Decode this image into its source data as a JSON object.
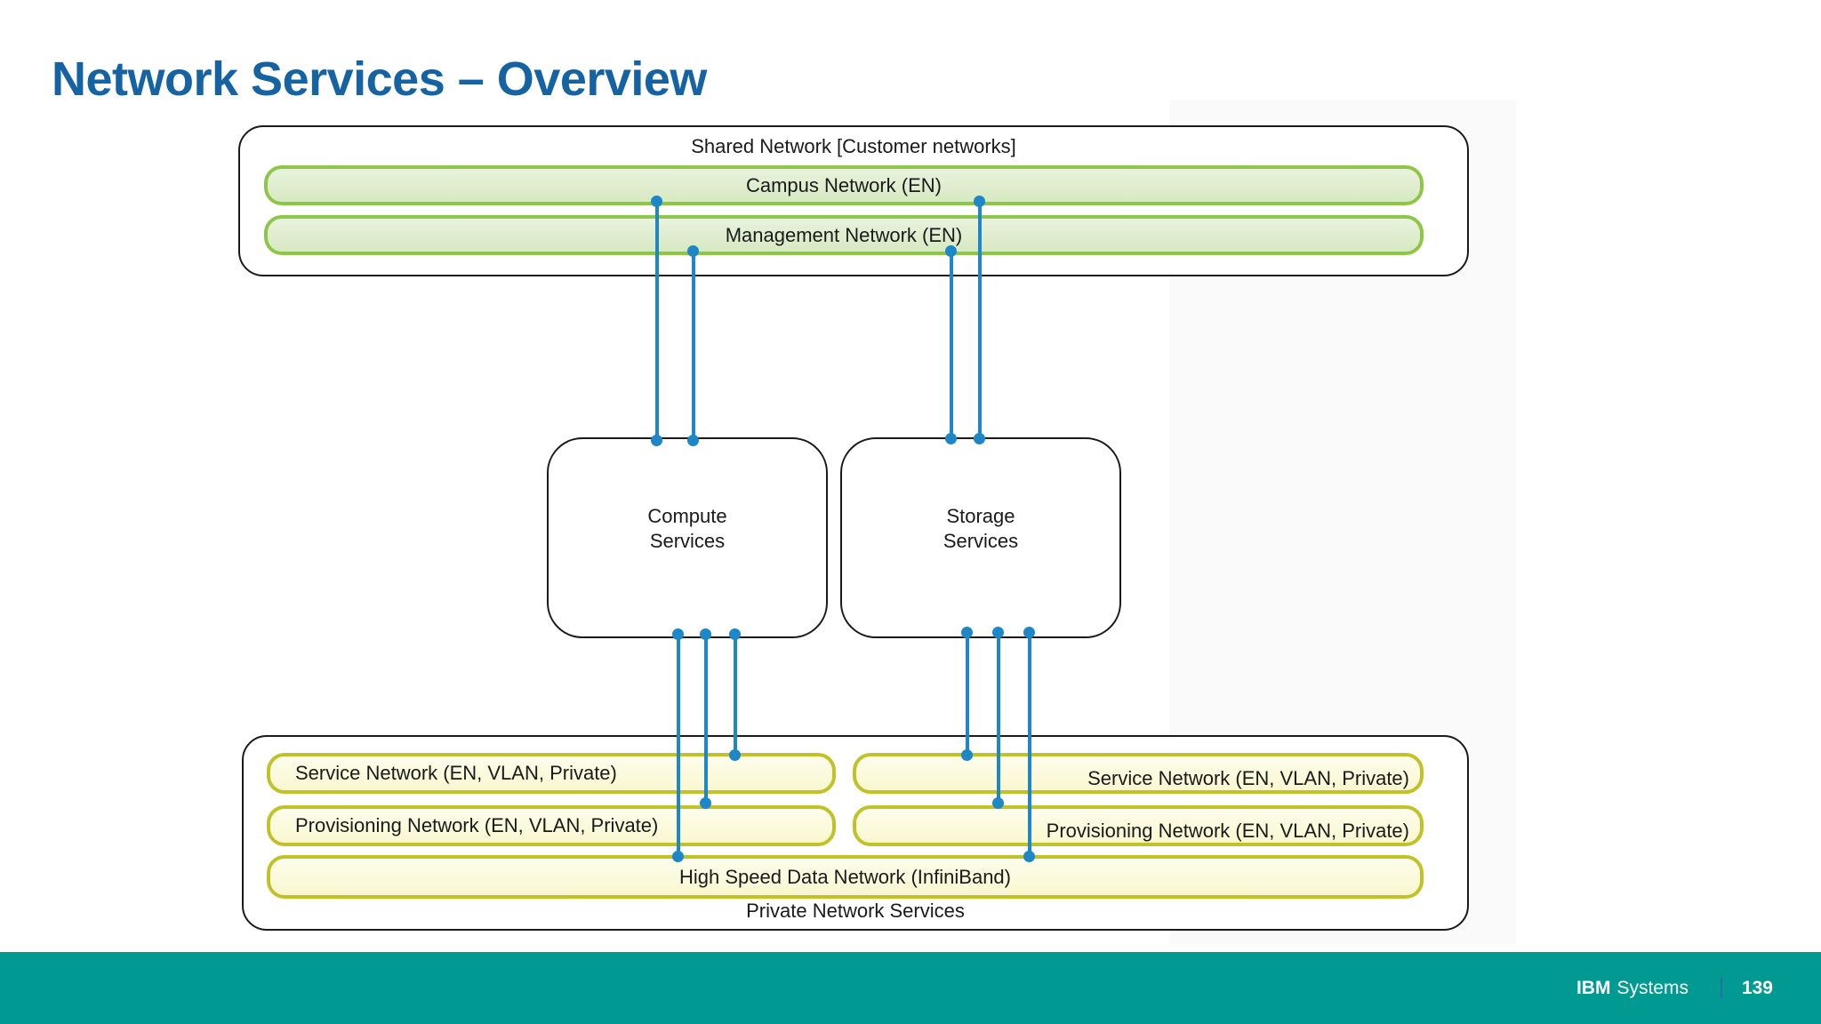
{
  "title": "Network Services – Overview",
  "shared_network": {
    "label": "Shared Network [Customer networks]",
    "campus": "Campus Network (EN)",
    "management": "Management Network (EN)"
  },
  "services": {
    "compute": {
      "line1": "Compute",
      "line2": "Services"
    },
    "storage": {
      "line1": "Storage",
      "line2": "Services"
    }
  },
  "private_network": {
    "label": "Private Network Services",
    "service_left": "Service Network (EN, VLAN, Private)",
    "service_right": "Service Network (EN, VLAN, Private)",
    "provisioning_left": "Provisioning Network (EN, VLAN, Private)",
    "provisioning_right": "Provisioning Network (EN, VLAN, Private)",
    "high_speed": "High Speed Data Network (InfiniBand)"
  },
  "footer": {
    "brand_bold": "IBM",
    "brand_regular": "Systems",
    "page_number": "139"
  },
  "colors": {
    "title_blue": "#1563a3",
    "connector_blue": "#1d87c8",
    "green_bar_border": "#8ec64a",
    "green_bar_fill": "#ddeccb",
    "yellow_bar_border": "#c1c128",
    "yellow_bar_fill": "#fbfad9",
    "box_border_black": "#1a1a1a",
    "footer_teal": "#009a93"
  }
}
